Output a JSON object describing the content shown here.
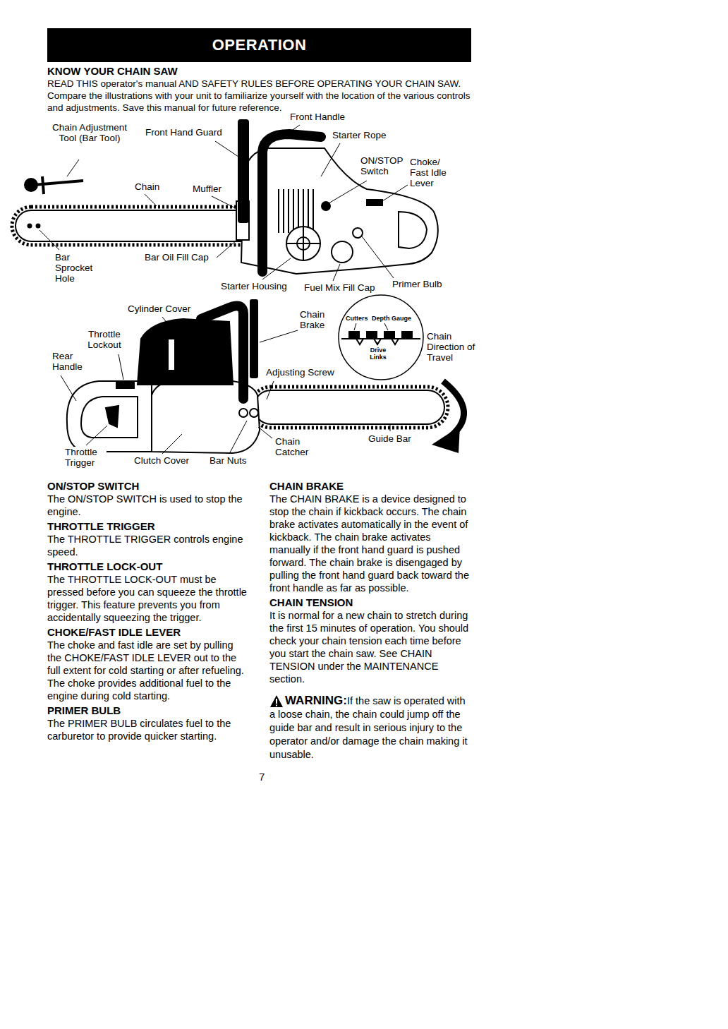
{
  "diagram": {
    "title": "OPERATION",
    "labels": [
      "KNOW YOUR CHAIN SAW",
      "READ THIS operator's manual AND SAFETY RULES BEFORE OPERATING YOUR CHAIN SAW. Compare the illustrations with your unit to familiarize yourself with the location of the various controls and adjustments. Save this manual for future reference.",
      "Chain Adjustment Tool (Bar Tool)",
      "Front Hand Guard",
      "Front Handle",
      "Starter Rope",
      "ON/STOP Switch",
      "Choke/ Fast Idle Lever",
      "Chain",
      "Muffler",
      "Bar Sprocket Hole",
      "Bar Oil Fill Cap",
      "Starter Housing",
      "Fuel Mix Fill Cap",
      "Primer Bulb",
      "Cylinder Cover",
      "Throttle Lockout",
      "Rear Handle",
      "Chain Brake",
      "Cutters",
      "Depth Gauge",
      "Drive Links",
      "Chain Direction of Travel",
      "Adjusting Screw",
      "Guide Bar",
      "Chain Catcher",
      "Throttle Trigger",
      "Clutch Cover",
      "Bar Nuts",
      "ON/STOP SWITCH",
      "The ON/STOP SWITCH is used to stop the engine.",
      "THROTTLE TRIGGER",
      "The THROTTLE TRIGGER controls engine speed.",
      "THROTTLE LOCK-OUT",
      "The THROTTLE LOCK-OUT must be pressed before you can squeeze the throttle trigger. This feature prevents you from accidentally squeezing the trigger.",
      "CHOKE/FAST IDLE LEVER",
      "The choke and fast idle are set by pulling the CHOKE/FAST IDLE LEVER out to the full extent for cold starting or after refueling. The choke provides additional fuel to the engine during cold starting.",
      "PRIMER BULB",
      "The PRIMER BULB circulates fuel to the carburetor to provide quicker starting.",
      "CHAIN BRAKE",
      "The CHAIN BRAKE is a device designed to stop the chain if kickback occurs. The chain brake activates automatically in the event of kickback. The chain brake activates manually if the front hand guard is pushed forward. The chain brake is disengaged by pulling the front hand guard back toward the front handle as far as possible.",
      "CHAIN TENSION",
      "It is normal for a new chain to stretch during the first 15 minutes of operation. You should check your chain tension each time before you start the chain saw. See CHAIN TENSION under the MAINTENANCE section.",
      "WARNING:",
      "If the saw is operated with a loose chain, the chain could jump off the guide bar and result in serious injury to the operator and/or damage the chain making it unusable.",
      "7"
    ]
  }
}
